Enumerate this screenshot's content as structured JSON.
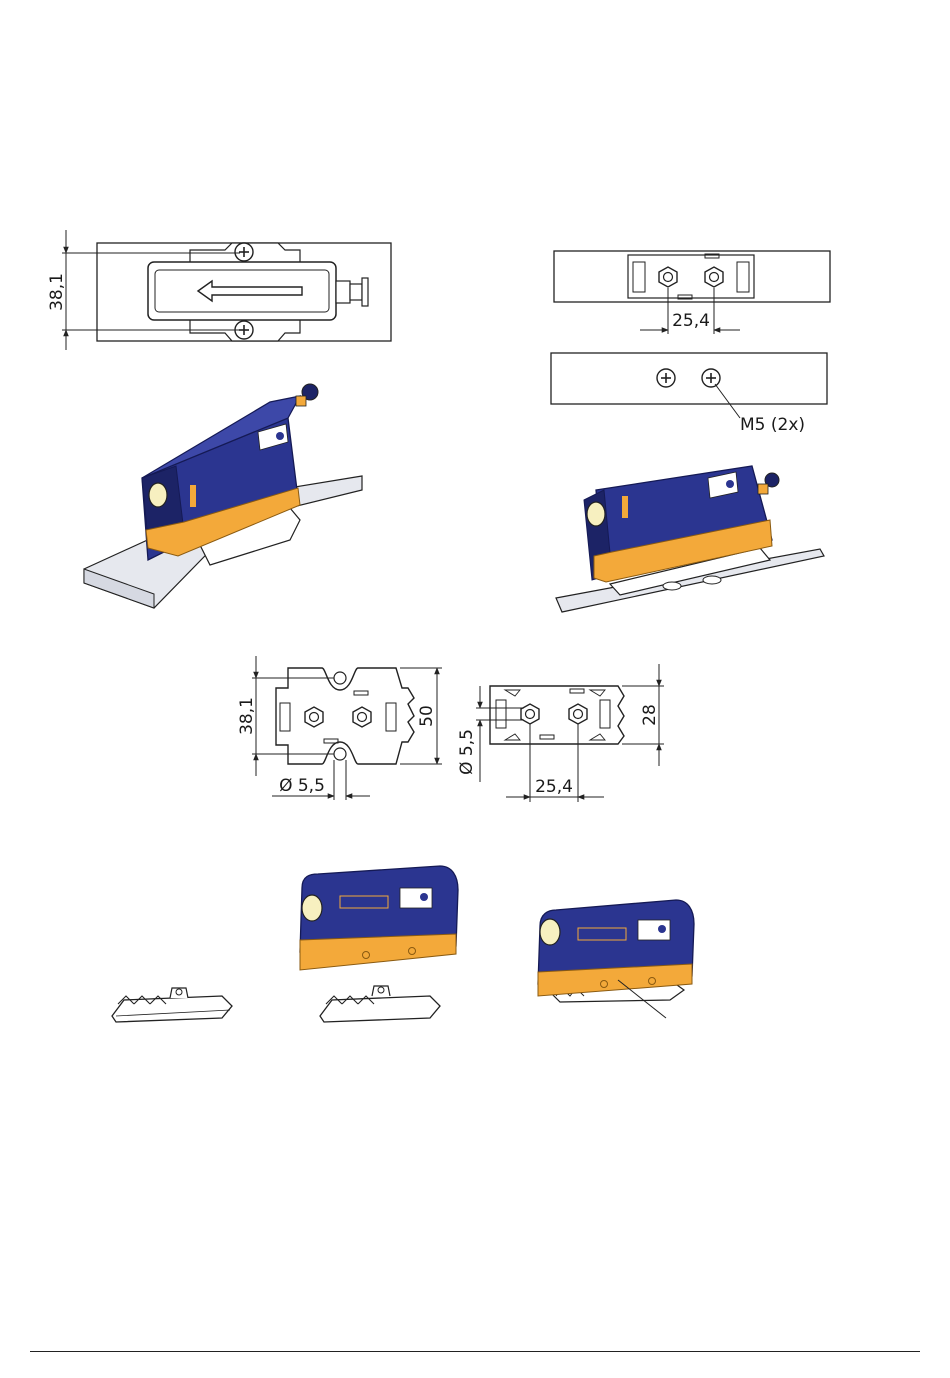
{
  "dimensions": {
    "top_left_height": "38,1",
    "top_right_spacing": "25,4",
    "mount_screws": "M5 (2x)",
    "mid_left_height": "38,1",
    "mid_left_width": "50",
    "mid_left_hole": "Ø 5,5",
    "mid_right_hole": "Ø 5,5",
    "mid_right_height": "28",
    "mid_right_spacing": "25,4"
  },
  "colors": {
    "housing_blue": "#2b3590",
    "housing_blue_dark": "#1c2366",
    "housing_orange": "#f3a93a",
    "plate_gray": "#e6e8ee",
    "line": "#222222"
  }
}
